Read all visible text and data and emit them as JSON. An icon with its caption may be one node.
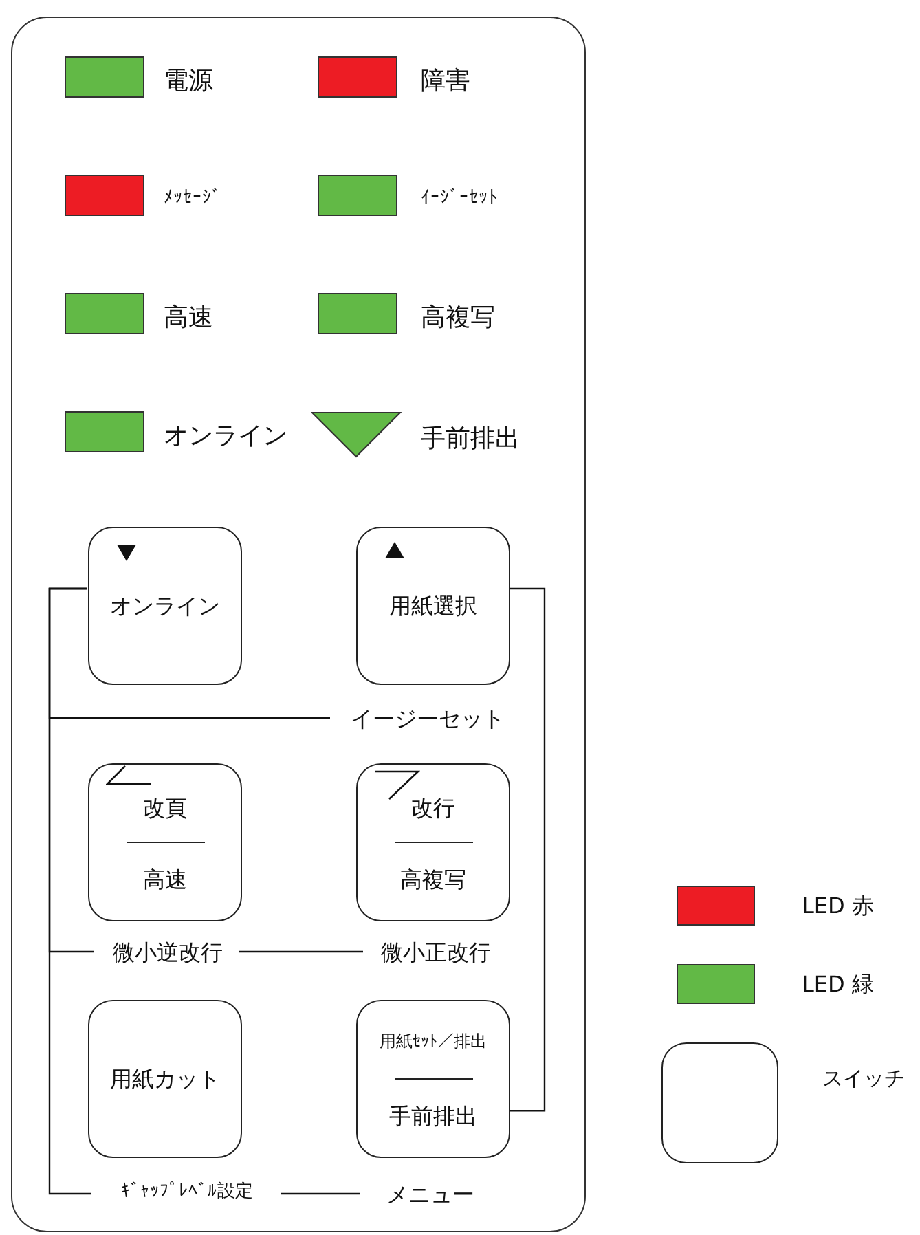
{
  "diagram": {
    "nodes": [
      {
        "text": [],
        "shape": "box"
      },
      {
        "text": [
          "電源"
        ],
        "in": 0
      },
      {
        "text": [
          "障害"
        ],
        "in": 0
      },
      {
        "text": [
          "ﾒｯｾｰｼﾞ"
        ],
        "in": 0
      },
      {
        "text": [
          "ｲｰｼﾞｰｾｯﾄ"
        ],
        "in": 0
      },
      {
        "text": [
          "高速"
        ],
        "in": 0
      },
      {
        "text": [
          "高複写"
        ],
        "in": 0
      },
      {
        "text": [
          "オンライン"
        ],
        "in": 0
      },
      {
        "text": [
          "手前排出"
        ],
        "in": 0
      },
      {
        "text": [
          "オンライン"
        ],
        "in": 0
      },
      {
        "text": [
          "用紙選択"
        ],
        "in": 0
      },
      {
        "text": [
          "イージーセット"
        ],
        "in": 0
      },
      {
        "text": [
          "改頁",
          "高速"
        ],
        "in": 0
      },
      {
        "text": [
          "改行",
          "高複写"
        ],
        "in": 0
      },
      {
        "text": [
          "微小逆改行"
        ],
        "in": 0
      },
      {
        "text": [
          "微小正改行"
        ],
        "in": 0
      },
      {
        "text": [
          "用紙カット"
        ],
        "in": 0
      },
      {
        "text": [
          "用紙ｾｯﾄ／排出",
          "手前排出"
        ],
        "in": 0
      },
      {
        "text": [
          "ｷﾞｬｯﾌﾟﾚﾍﾞﾙ設定"
        ],
        "in": 0
      },
      {
        "text": [
          "メニュー"
        ],
        "in": 0
      }
    ],
    "edges": [
      {
        "from": 9,
        "to": 11,
        "arrow": "none"
      },
      {
        "from": 9,
        "to": 14,
        "arrow": "none"
      },
      {
        "from": 9,
        "to": 18,
        "arrow": "none"
      },
      {
        "from": 14,
        "to": 15,
        "arrow": "none"
      },
      {
        "from": 18,
        "to": 19,
        "arrow": "none"
      },
      {
        "from": 10,
        "to": 17,
        "arrow": "none"
      }
    ],
    "legend": [
      {
        "text": "LED 赤",
        "color": "#ed1c24"
      },
      {
        "text": "LED 緑",
        "color": "#62b946"
      },
      {
        "text": "スイッチ"
      }
    ]
  }
}
